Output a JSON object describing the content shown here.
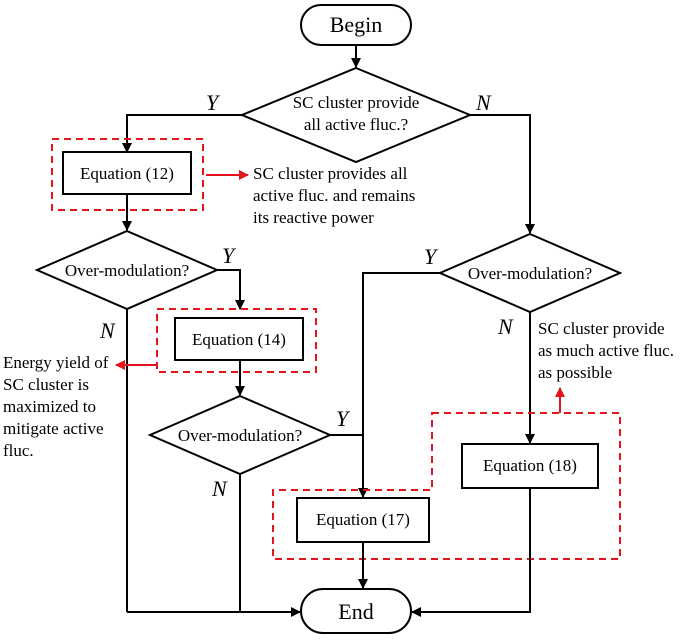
{
  "nodes": {
    "begin": "Begin",
    "end": "End",
    "decision_top": [
      "SC cluster provide",
      "all active fluc.?"
    ],
    "eq12": "Equation (12)",
    "eq14": "Equation (14)",
    "eq17": "Equation (17)",
    "eq18": "Equation (18)",
    "over_mod_left": "Over-modulation?",
    "over_mod_middle": "Over-modulation?",
    "over_mod_right": "Over-modulation?"
  },
  "branch_labels": {
    "top_yes": "Y",
    "top_no": "N",
    "left_yes": "Y",
    "left_no": "N",
    "middle_yes": "Y",
    "middle_no": "N",
    "right_yes": "Y",
    "right_no": "N"
  },
  "notes": {
    "eq12_note": [
      "SC cluster provides all",
      "active fluc. and remains",
      "its reactive power"
    ],
    "eq14_note": [
      "Energy yield of",
      "SC cluster is",
      "maximized to",
      "mitigate active",
      "fluc."
    ],
    "eq18_note": [
      "SC cluster provide",
      "as much active fluc.",
      "as possible"
    ]
  },
  "colors": {
    "line": "#000000",
    "highlight": "#e3141b"
  }
}
